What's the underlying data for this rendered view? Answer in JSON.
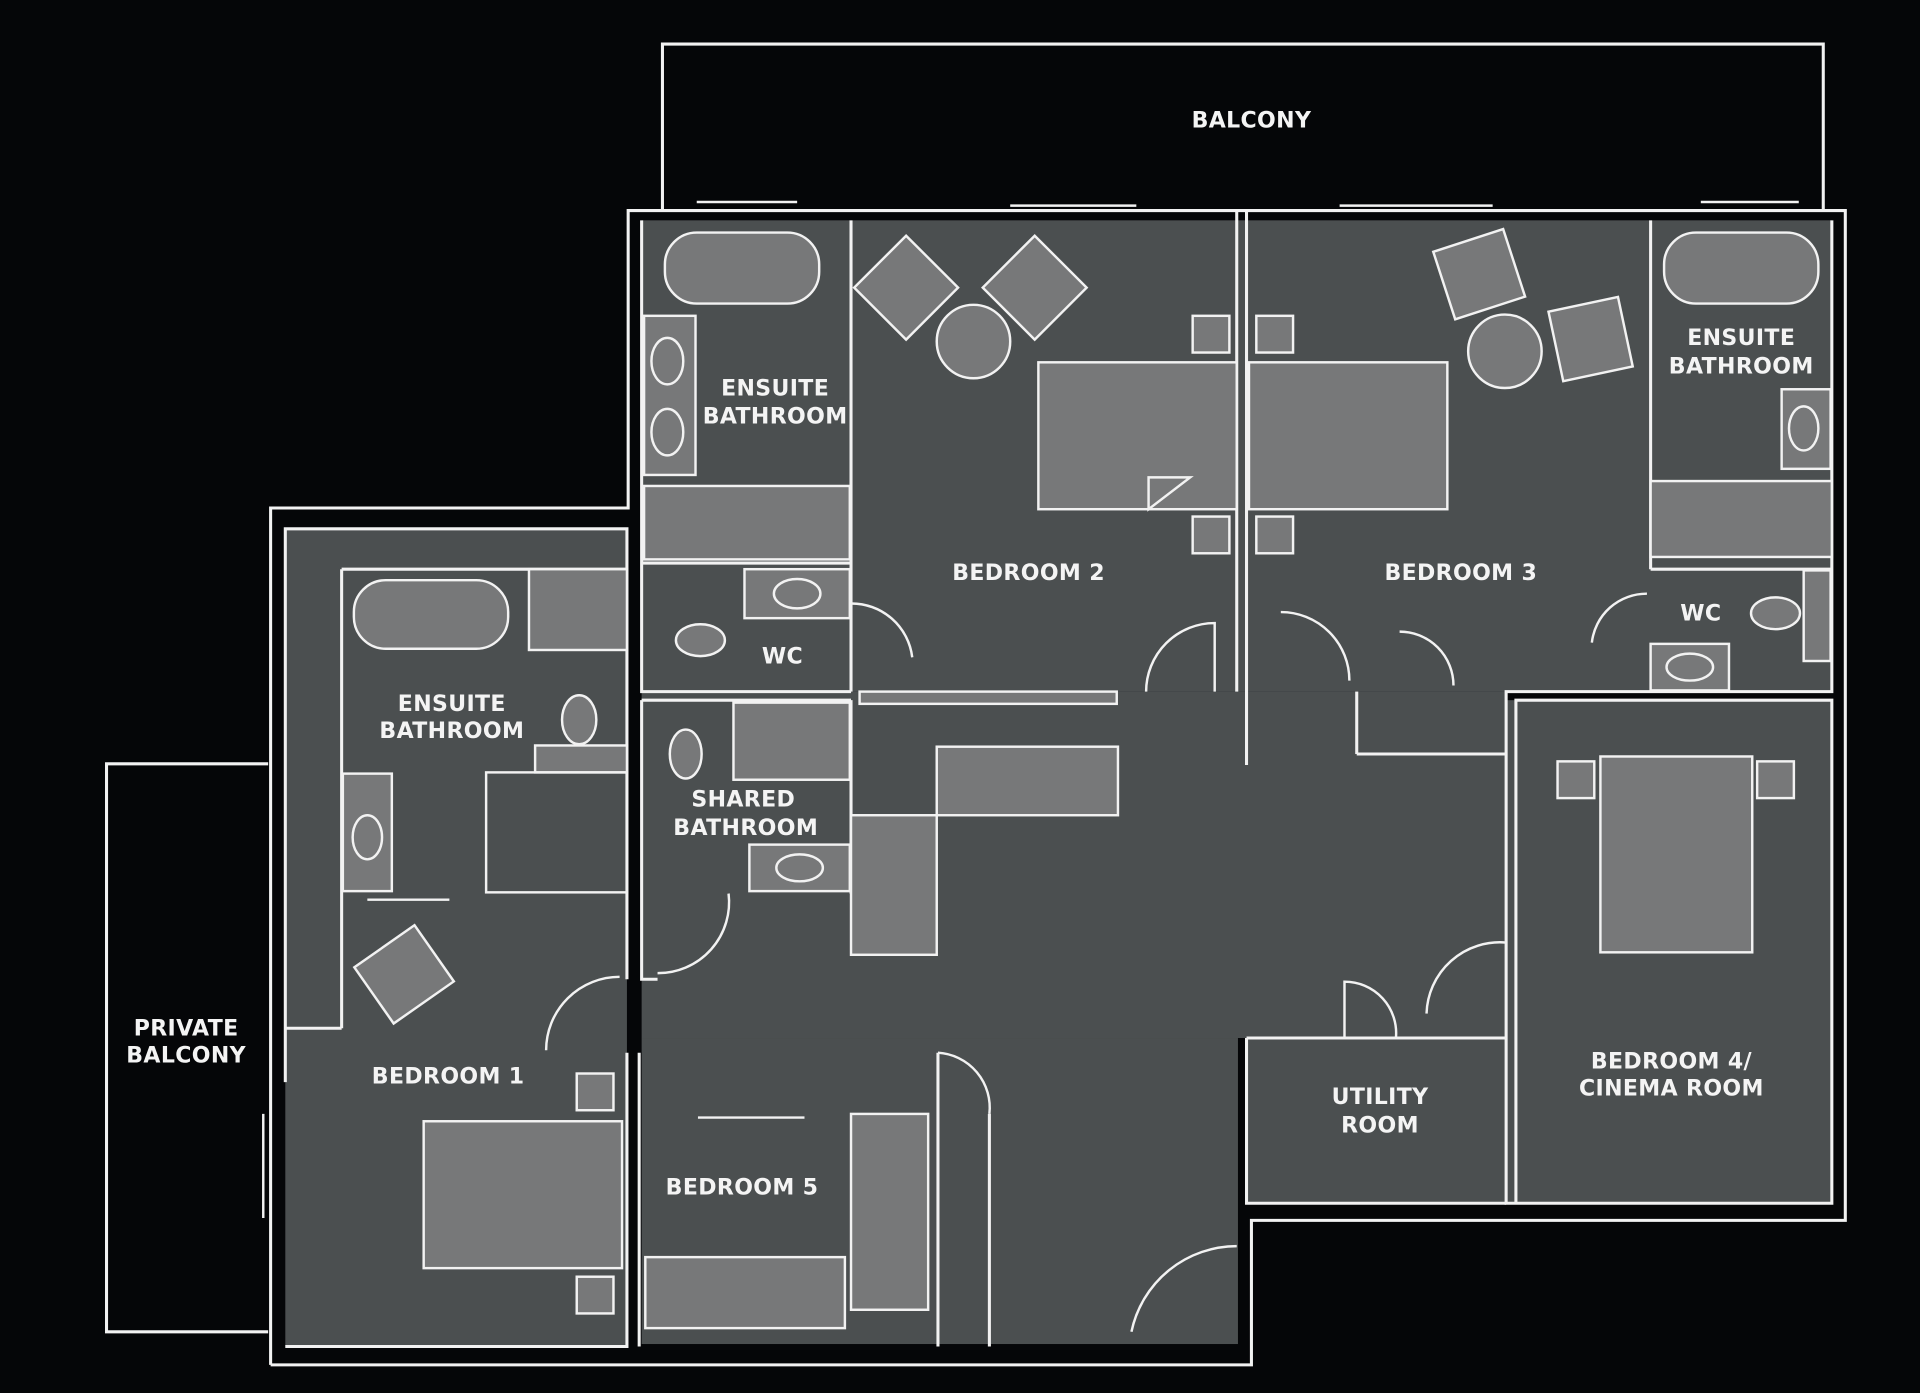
{
  "plan": {
    "colors": {
      "background": "#050608",
      "floor": "#4b4f50",
      "furniture": "#777879",
      "walls": "#f2f2f2"
    },
    "rooms": {
      "balcony": [
        "BALCONY"
      ],
      "ensuite_top_left": [
        "ENSUITE",
        "BATHROOM"
      ],
      "bedroom2": [
        "BEDROOM 2"
      ],
      "bedroom3": [
        "BEDROOM 3"
      ],
      "ensuite_top_right": [
        "ENSUITE",
        "BATHROOM"
      ],
      "wc_left": [
        "WC"
      ],
      "wc_right": [
        "WC"
      ],
      "shared_bathroom": [
        "SHARED",
        "BATHROOM"
      ],
      "ensuite_left": [
        "ENSUITE",
        "BATHROOM"
      ],
      "private_balcony": [
        "PRIVATE",
        "BALCONY"
      ],
      "bedroom1": [
        "BEDROOM 1"
      ],
      "bedroom5": [
        "BEDROOM 5"
      ],
      "utility": [
        "UTILITY",
        "ROOM"
      ],
      "bedroom4": [
        "BEDROOM 4/",
        "CINEMA ROOM"
      ]
    }
  }
}
